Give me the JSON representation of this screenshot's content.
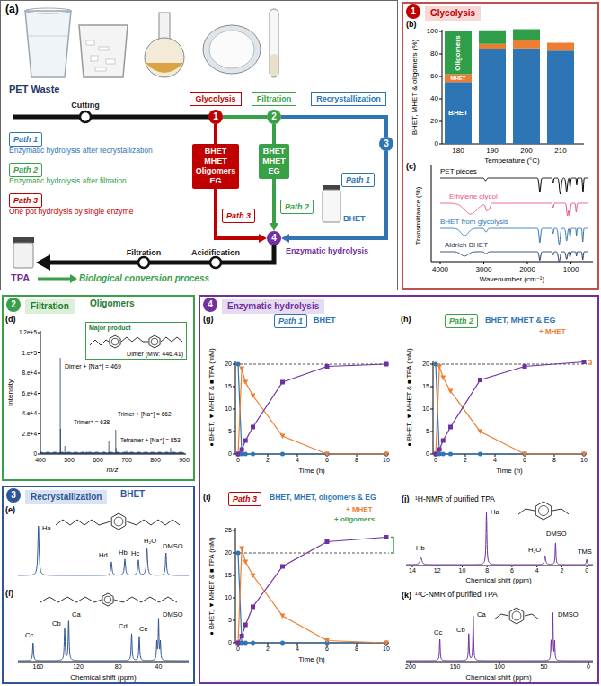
{
  "diagram": {
    "nodes": [
      {
        "text": [
          "(a)"
        ]
      },
      {
        "text": [
          "Path 1"
        ],
        "in": 0
      },
      {
        "text": [
          "Path 2"
        ],
        "in": 0
      },
      {
        "text": [
          "Path 3"
        ],
        "in": 0
      },
      {
        "text": [
          "Glycolysis"
        ],
        "in": 0
      },
      {
        "text": [
          "1"
        ],
        "in": 0
      },
      {
        "text": [
          "Filtration"
        ],
        "in": 0
      },
      {
        "text": [
          "2"
        ],
        "in": 0
      },
      {
        "text": [
          "Recrystallization"
        ],
        "in": 0
      },
      {
        "text": [
          "3"
        ],
        "in": 0
      },
      {
        "text": [
          "BHET MHET Oligomers EG"
        ],
        "in": 0
      },
      {
        "text": [
          "Path 3"
        ],
        "in": 0
      },
      {
        "text": [
          "BHET MHET EG"
        ],
        "in": 0
      },
      {
        "text": [
          "Path 2"
        ],
        "in": 0
      },
      {
        "text": [
          "4"
        ],
        "in": 0
      },
      {
        "text": [
          "Path 1"
        ],
        "in": 0
      },
      {
        "text": [
          "Glycolysis"
        ]
      },
      {
        "text": [
          "1"
        ],
        "in": 16
      },
      {
        "text": [
          "Filtration"
        ]
      },
      {
        "text": [
          "2"
        ],
        "in": 18
      },
      {
        "text": [
          "Major product",
          "Dimer (MW: 446.41)"
        ],
        "in": 18
      },
      {
        "text": [
          "Recrystallization"
        ]
      },
      {
        "text": [
          "3"
        ],
        "in": 21
      },
      {
        "text": [
          "Enzymatic hydrolysis"
        ]
      },
      {
        "text": [
          "4"
        ],
        "in": 23
      },
      {
        "text": [
          "Path 1"
        ],
        "in": 23
      },
      {
        "text": [
          "Path 2"
        ],
        "in": 23
      },
      {
        "text": [
          "Path 3"
        ],
        "in": 23
      }
    ],
    "edges": [
      {
        "from": 5,
        "to": 7,
        "arrow": "none"
      },
      {
        "from": 7,
        "to": 9,
        "arrow": "none"
      },
      {
        "from": 5,
        "to": 10,
        "arrow": "none"
      },
      {
        "from": 10,
        "to": 14,
        "arrow": "to"
      },
      {
        "from": 7,
        "to": 12,
        "arrow": "none"
      },
      {
        "from": 12,
        "to": 14,
        "arrow": "to"
      },
      {
        "from": 9,
        "to": 14,
        "arrow": "to"
      }
    ],
    "labels": [
      "PET Waste",
      "Cutting",
      "Enzymatic hydrolysis after recrystallization",
      "Enzymatic hydrolysis after filtration",
      "One pot hydrolysis by single enzyme",
      "BHET",
      "Enzymatic hydrolysis",
      "Filtration",
      "Acidification",
      "TPA",
      "Biological conversion process",
      "(b)",
      "BHET, MHET & oligomers (%)",
      "0",
      "20",
      "40",
      "60",
      "80",
      "100",
      "180",
      "190",
      "200",
      "210",
      "Temperature (°C)",
      "BHET",
      "MHET",
      "Oligomers",
      "(c)",
      "PET pieces",
      "Ethylene glycol",
      "BHET from glycolysis",
      "Aldrich BHET",
      "Transmittance (%)",
      "4000",
      "3000",
      "2000",
      "1000",
      "Wavenumber (cm⁻¹)",
      "Oligomers",
      "(d)",
      "Intensity",
      "0",
      "2.e+4",
      "4.e+4",
      "6.e+4",
      "8.e+4",
      "1.e+5",
      "1.2e+5",
      "400",
      "500",
      "600",
      "700",
      "800",
      "900",
      "m/z",
      "Dimer + [Na⁺] = 469",
      "Trimer⁺ = 638",
      "Trimer + [Na⁺] = 662",
      "Tetramer + [Na⁺] = 853",
      "BHET",
      "(e)",
      "Ha",
      "Hd",
      "Hb",
      "Hc",
      "H₂O",
      "DMSO",
      "(f)",
      "Cc",
      "Cb",
      "Ca",
      "Cd",
      "Ce",
      "DMSO",
      "160",
      "120",
      "80",
      "40",
      "Chemical shift (ppm)",
      "(g)",
      "BHET",
      "● BHET, ▼ MHET & ■ TPA (mM)",
      "0",
      "5",
      "10",
      "15",
      "20",
      "0",
      "2",
      "4",
      "6",
      "8",
      "10",
      "Time (h)",
      "(h)",
      "BHET, MHET & EG",
      "+ MHET",
      "● BHET, ▼ MHET & ■ TPA (mM)",
      "0",
      "5",
      "10",
      "15",
      "20",
      "0",
      "2",
      "4",
      "6",
      "8",
      "10",
      "Time (h)",
      "(i)",
      "BHET, MHET, oligomers & EG",
      "+ MHET",
      "+ oligomers",
      "● BHET, ▼ MHET & ■ TPA (mM)",
      "0",
      "5",
      "10",
      "15",
      "20",
      "25",
      "0",
      "2",
      "4",
      "6",
      "8",
      "10",
      "Time (h)",
      "(j)",
      "¹H-NMR of purified TPA",
      "Hb",
      "Ha",
      "H₂O",
      "DMSO",
      "TMS",
      "14",
      "12",
      "10",
      "8",
      "6",
      "4",
      "2",
      "0",
      "Chemical shift (ppm)",
      "(k)",
      "¹³C-NMR of purified TPA",
      "Cc",
      "Cb",
      "Ca",
      "DMSO",
      "200",
      "150",
      "100",
      "50",
      "0",
      "Chemical shift (ppm)"
    ]
  }
}
